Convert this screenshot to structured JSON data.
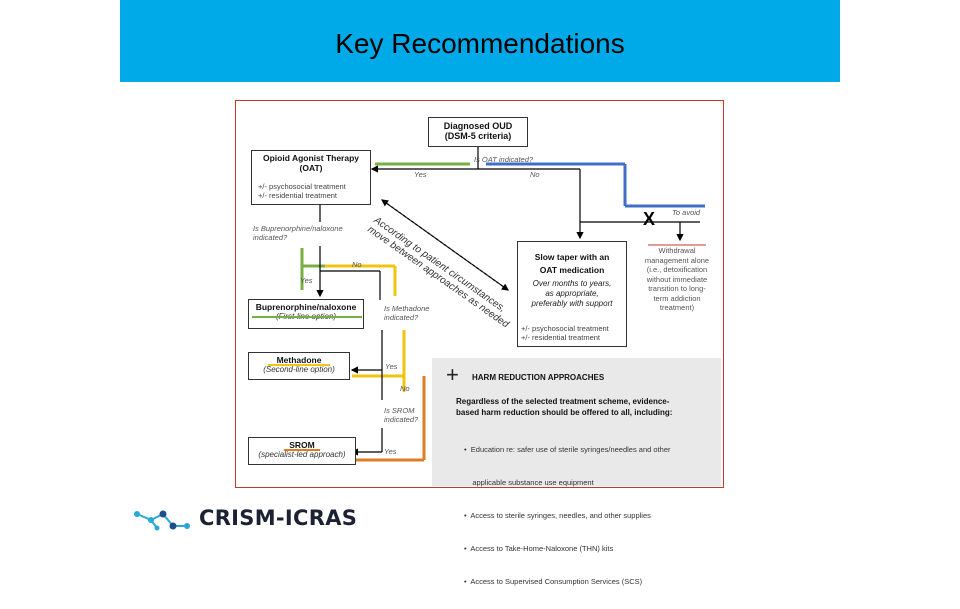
{
  "slide": {
    "title": "Key Recommendations"
  },
  "diagram": {
    "oud_box": {
      "line1": "Diagnosed OUD",
      "line2": "(DSM-5 criteria)"
    },
    "oat_box": {
      "title": "Opioid Agonist Therapy",
      "subtitle": "(OAT)",
      "pm1": "+/-  psychosocial treatment",
      "pm2": "+/-  residential treatment"
    },
    "q_oat": "Is OAT indicated?",
    "yes1": "Yes",
    "no1": "No",
    "avoid": "To avoid",
    "x_mark": "X",
    "diag_text_1": "According to patient circumstances,",
    "diag_text_2": "move between approaches as needed",
    "q_bup": "Is Buprenorphine/naloxone indicated?",
    "no2": "No",
    "yes2": "Yes",
    "bup_box": {
      "title": "Buprenorphine/naloxone",
      "subtitle": "(First-line option)"
    },
    "q_meth": "Is Methadone indicated?",
    "meth_box": {
      "title": "Methadone",
      "subtitle": "(Second-line option)"
    },
    "yes3": "Yes",
    "no3": "No",
    "q_srom": "Is SROM indicated?",
    "srom_box": {
      "title": "SROM",
      "subtitle": "(specialist-led approach)"
    },
    "yes4": "Yes",
    "taper_box": {
      "title1": "Slow taper with an",
      "title2": "OAT medication",
      "sub1": "Over months to years,",
      "sub2": "as appropriate,",
      "sub3": "preferably with support",
      "pm1": "+/-  psychosocial treatment",
      "pm2": "+/-  residential treatment"
    },
    "withdrawal": {
      "l1": "Withdrawal",
      "l2": "management alone",
      "l3": "(i.e., detoxification",
      "l4": "without immediate",
      "l5": "transition to long-",
      "l6": "term addiction",
      "l7": "treatment)"
    },
    "harm": {
      "plus": "+",
      "heading": "HARM  REDUCTION APPROACHES",
      "intro1": "Regardless of the  selected treatment scheme, evidence-",
      "intro2": "based harm reduction should be offered to all, including:",
      "items": [
        "•  Education re: safer use of sterile syringes/needles and other",
        "    applicable substance use equipment",
        "•  Access to sterile syringes, needles, and other supplies",
        "•  Access to Take-Home-Naloxone (THN) kits",
        "•  Access to Supervised Consumption Services (SCS)"
      ]
    },
    "colors": {
      "green": "#77b041",
      "blue": "#3f6fc6",
      "yellow": "#f1c40f",
      "orange": "#e07b25",
      "red": "#c0392b"
    }
  },
  "logo": {
    "text": "CRISM-ICRAS",
    "icon": "network-dots-icon"
  }
}
